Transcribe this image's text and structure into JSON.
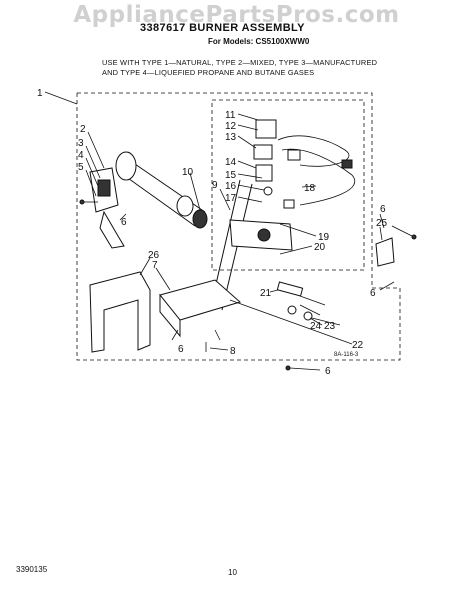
{
  "watermark": "AppliancePartsPros.com",
  "header": {
    "title": "3387617 BURNER ASSEMBLY",
    "models": "For Models: CS5100XWW0"
  },
  "note": {
    "line1": "USE WITH TYPE 1—NATURAL, TYPE 2—MIXED, TYPE 3—MANUFACTURED",
    "line2": "AND TYPE 4—LIQUEFIED PROPANE AND BUTANE GASES"
  },
  "labels": {
    "p1": "1",
    "p2": "2",
    "p3": "3",
    "p4": "4",
    "p5": "5",
    "p6a": "6",
    "p6b": "6",
    "p6c": "6",
    "p6d": "6",
    "p6e": "6",
    "p7": "7",
    "p8": "8",
    "p9": "9",
    "p10": "10",
    "p11": "11",
    "p12": "12",
    "p13": "13",
    "p14": "14",
    "p15": "15",
    "p16": "16",
    "p17": "17",
    "p18": "18",
    "p19": "19",
    "p20": "20",
    "p21": "21",
    "p22": "22",
    "p23": "23",
    "p24": "24",
    "p25": "25",
    "p26": "26"
  },
  "ref_code": "8A-116-3",
  "footer": {
    "part_number": "3390135",
    "page": "10"
  }
}
